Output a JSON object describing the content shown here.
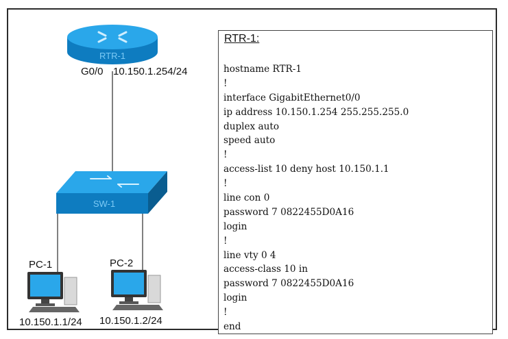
{
  "diagram": {
    "router": {
      "name": "RTR-1",
      "interface": "G0/0",
      "ip": "10.150.1.254/24"
    },
    "switch": {
      "name": "SW-1"
    },
    "pcs": [
      {
        "name": "PC-1",
        "ip": "10.150.1.1/24"
      },
      {
        "name": "PC-2",
        "ip": "10.150.1.2/24"
      }
    ]
  },
  "config": {
    "title": "RTR-1:",
    "lines": [
      "hostname RTR-1",
      "!",
      "interface GigabitEthernet0/0",
      "ip address 10.150.1.254 255.255.255.0",
      "duplex auto",
      "speed auto",
      "!",
      "access-list 10 deny host 10.150.1.1",
      "!",
      "line con 0",
      "password 7 0822455D0A16",
      "login",
      "!",
      "line vty 0 4",
      "access-class 10 in",
      "password 7 0822455D0A16",
      "login",
      "!",
      "end"
    ]
  },
  "colors": {
    "device_blue": "#1d9be0",
    "device_dark": "#0d6ea8",
    "border": "#2b2b2b"
  }
}
